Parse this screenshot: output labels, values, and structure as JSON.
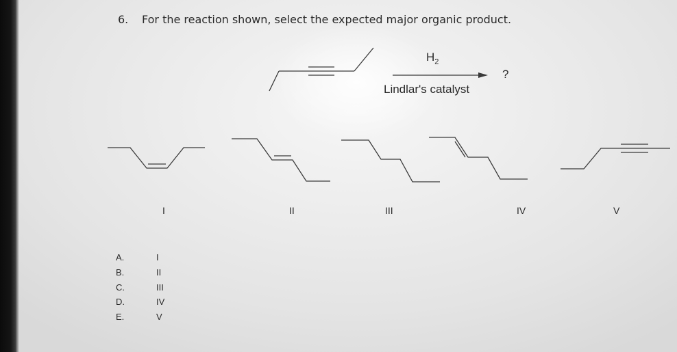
{
  "question": {
    "number": "6.",
    "text": "For the reaction shown, select the expected major organic product."
  },
  "reaction": {
    "reagent_main": "H",
    "reagent_subscript": "2",
    "catalyst": "Lindlar's catalyst",
    "product": "?"
  },
  "structure_labels": [
    "I",
    "II",
    "III",
    "IV",
    "V"
  ],
  "answer_options": [
    {
      "letter": "A.",
      "value": "I"
    },
    {
      "letter": "B.",
      "value": "II"
    },
    {
      "letter": "C.",
      "value": "III"
    },
    {
      "letter": "D.",
      "value": "IV"
    },
    {
      "letter": "E.",
      "value": "V"
    }
  ]
}
